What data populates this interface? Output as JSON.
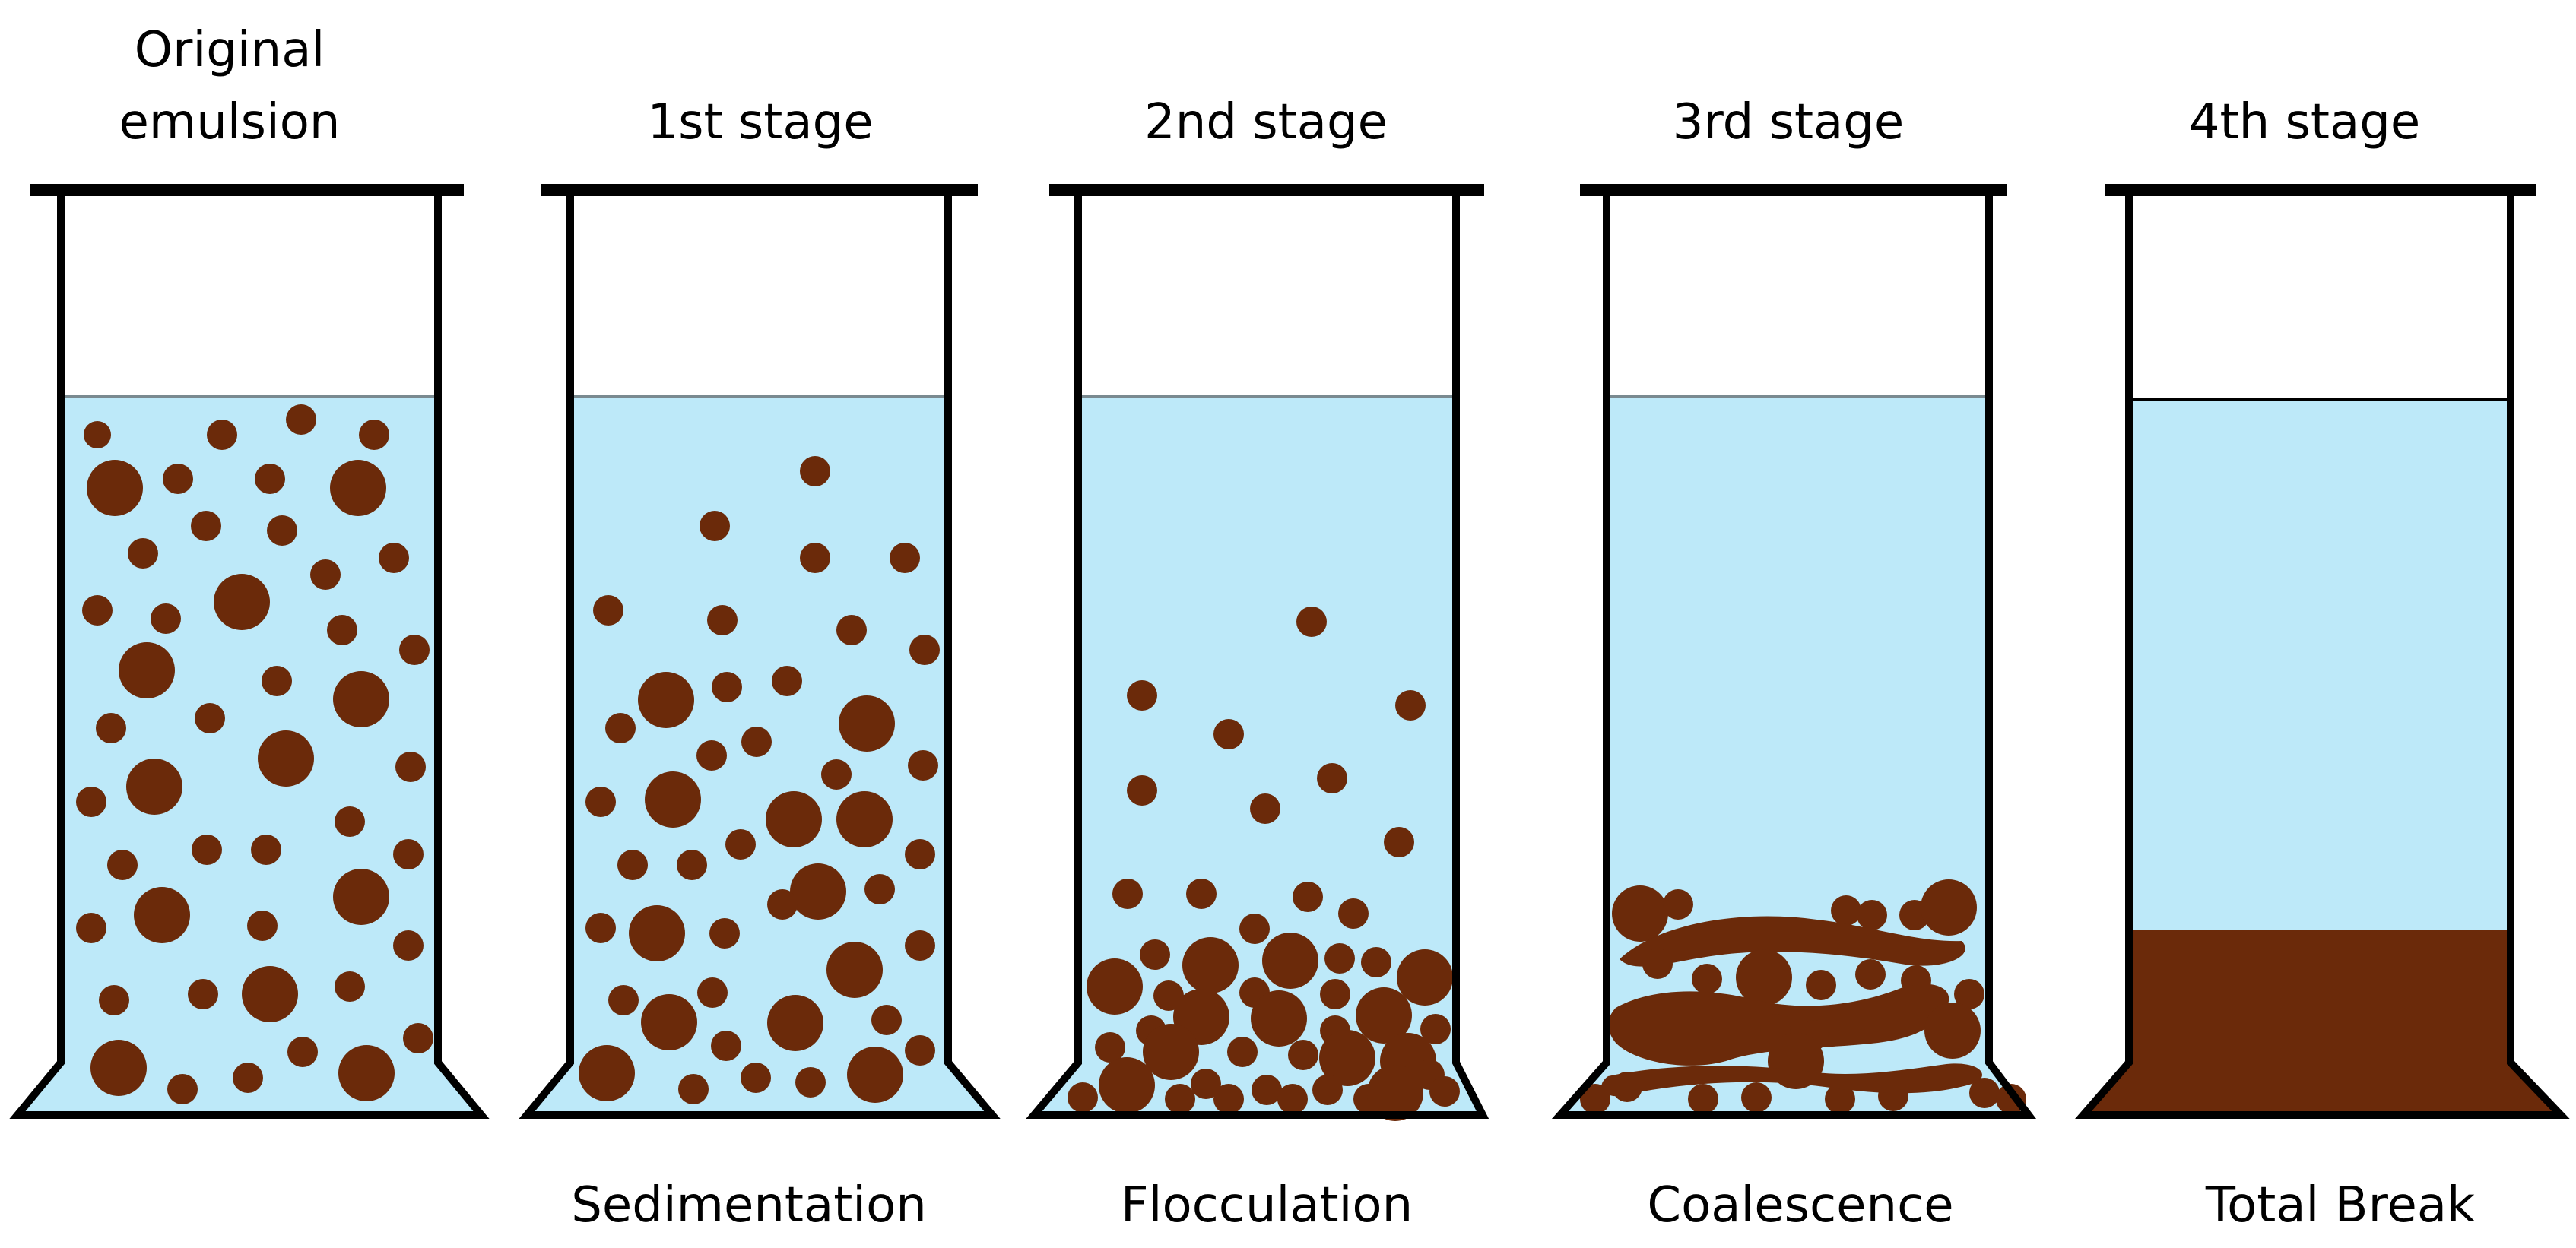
{
  "colors": {
    "liquid": "#BDE9F9",
    "droplet": "#6B2A0A",
    "outline": "#000000",
    "background": "#FFFFFF"
  },
  "cylinders": [
    {
      "top_label": [
        "Original",
        "emulsion"
      ],
      "bottom_label": ""
    },
    {
      "top_label": [
        "1st stage"
      ],
      "bottom_label": "Sedimentation"
    },
    {
      "top_label": [
        "2nd stage"
      ],
      "bottom_label": "Flocculation"
    },
    {
      "top_label": [
        "3rd stage"
      ],
      "bottom_label": "Coalescence"
    },
    {
      "top_label": [
        "4th stage"
      ],
      "bottom_label": "Total Break"
    }
  ]
}
